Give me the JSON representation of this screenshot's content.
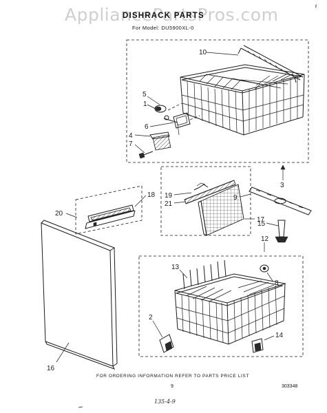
{
  "watermark": "AppliancePartsPros.com",
  "header": {
    "title": "DISHRACK PARTS",
    "model": "For Model: DU5900XL-0"
  },
  "corner_mark": "f",
  "callouts": {
    "c2": "2",
    "c3": "3",
    "c4": "4",
    "c5": "5",
    "c6": "6",
    "c7": "7",
    "c8": "8",
    "c9": "9",
    "c10": "10",
    "c12": "12",
    "c13": "13",
    "c14": "14",
    "c15": "15",
    "c16": "16",
    "c17": "17",
    "c18": "18",
    "c19": "19",
    "c20": "20",
    "c21": "21",
    "c1": "1"
  },
  "footer": {
    "note": "FOR ORDERING INFORMATION REFER TO PARTS PRICE LIST",
    "page": "9",
    "code": "303348",
    "handwritten": "135-4-9"
  }
}
